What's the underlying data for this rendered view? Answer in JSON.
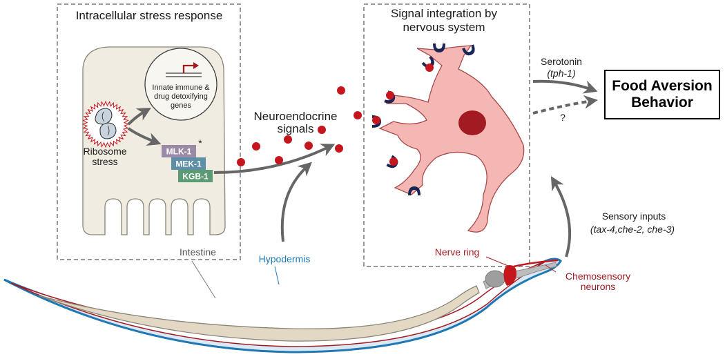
{
  "colors": {
    "signal_red": "#c4161c",
    "hypodermis_blue": "#1f77b4",
    "nerve_red": "#a31b22",
    "neuron_fill": "#f4b7b3",
    "cell_fill": "#f1ece2",
    "arrow_grey": "#666666",
    "receptor_navy": "#1a2455",
    "mlk_color": "#9b8aa6",
    "mek_color": "#5f8fa6",
    "kgb_color": "#5b9a72"
  },
  "panels": {
    "stress_title": "Intracellular stress response",
    "integration_title_line1": "Signal integration by",
    "integration_title_line2": "nervous system"
  },
  "nucleus": {
    "line1": "Innate immune &",
    "line2": "drug detoxifying",
    "line3": "genes"
  },
  "ribosome": {
    "line1": "Ribosome",
    "line2": "stress"
  },
  "kinases": {
    "mlk": "MLK-1",
    "mek": "MEK-1",
    "kgb": "KGB-1",
    "asterisk": "*"
  },
  "signals": {
    "line1": "Neuroendocrine",
    "line2": "signals"
  },
  "serotonin": {
    "label": "Serotonin",
    "gene": "(tph-1)"
  },
  "behavior": {
    "line1": "Food Aversion",
    "line2": "Behavior"
  },
  "unknown_path": "?",
  "sensory": {
    "label": "Sensory inputs",
    "genes": "(tax-4,che-2, che-3)"
  },
  "worm_labels": {
    "intestine": "Intestine",
    "hypodermis": "Hypodermis",
    "nerve_ring": "Nerve ring",
    "chemo_line1": "Chemosensory",
    "chemo_line2": "neurons"
  },
  "icons": {
    "promoter": "promoter-arrow-icon",
    "ribosome": "ribosome-icon",
    "receptor": "receptor-icon",
    "signal": "signal-molecule-icon"
  }
}
